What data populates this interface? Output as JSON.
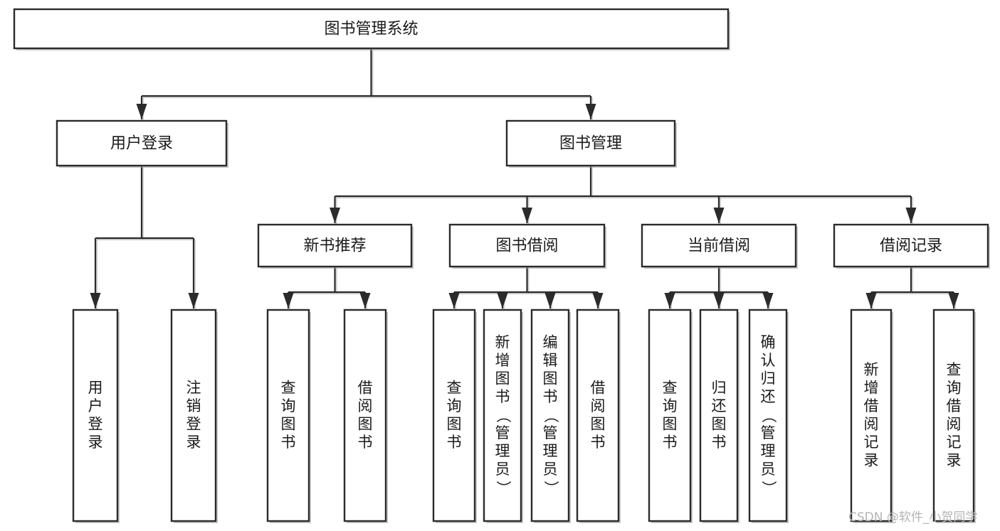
{
  "diagram": {
    "title": "图书管理系统",
    "type": "tree-hierarchy-chart",
    "watermark": "CSDN @软件_小贺同学",
    "colors": {
      "box_stroke": "#2b2b2b",
      "box_fill": "#ffffff",
      "connector": "#2b2b2b",
      "shadow": "#9a9a9a",
      "text": "#1a1a1a",
      "watermark": "#b4b4b4",
      "background": "#ffffff"
    },
    "root": {
      "label": "图书管理系统",
      "level": 1
    },
    "level2": [
      {
        "label": "用户登录",
        "level": 2
      },
      {
        "label": "图书管理",
        "level": 2
      }
    ],
    "level3": [
      {
        "label": "新书推荐",
        "level": 3,
        "parent": "图书管理"
      },
      {
        "label": "图书借阅",
        "level": 3,
        "parent": "图书管理"
      },
      {
        "label": "当前借阅",
        "level": 3,
        "parent": "图书管理"
      },
      {
        "label": "借阅记录",
        "level": 3,
        "parent": "图书管理"
      }
    ],
    "leaves": [
      {
        "label": "用户登录",
        "parent": "用户登录",
        "orientation": "vertical"
      },
      {
        "label": "注销登录",
        "parent": "用户登录",
        "orientation": "vertical"
      },
      {
        "label": "查询图书",
        "parent": "新书推荐",
        "orientation": "vertical"
      },
      {
        "label": "借阅图书",
        "parent": "新书推荐",
        "orientation": "vertical"
      },
      {
        "label": "查询图书",
        "parent": "图书借阅",
        "orientation": "vertical"
      },
      {
        "label": "新增图书（管理员）",
        "parent": "图书借阅",
        "orientation": "vertical"
      },
      {
        "label": "编辑图书（管理员）",
        "parent": "图书借阅",
        "orientation": "vertical"
      },
      {
        "label": "借阅图书",
        "parent": "图书借阅",
        "orientation": "vertical"
      },
      {
        "label": "查询图书",
        "parent": "当前借阅",
        "orientation": "vertical"
      },
      {
        "label": "归还图书",
        "parent": "当前借阅",
        "orientation": "vertical"
      },
      {
        "label": "确认归还（管理员）",
        "parent": "当前借阅",
        "orientation": "vertical"
      },
      {
        "label": "新增借阅记录",
        "parent": "借阅记录",
        "orientation": "vertical"
      },
      {
        "label": "查询借阅记录",
        "parent": "借阅记录",
        "orientation": "vertical"
      }
    ]
  }
}
